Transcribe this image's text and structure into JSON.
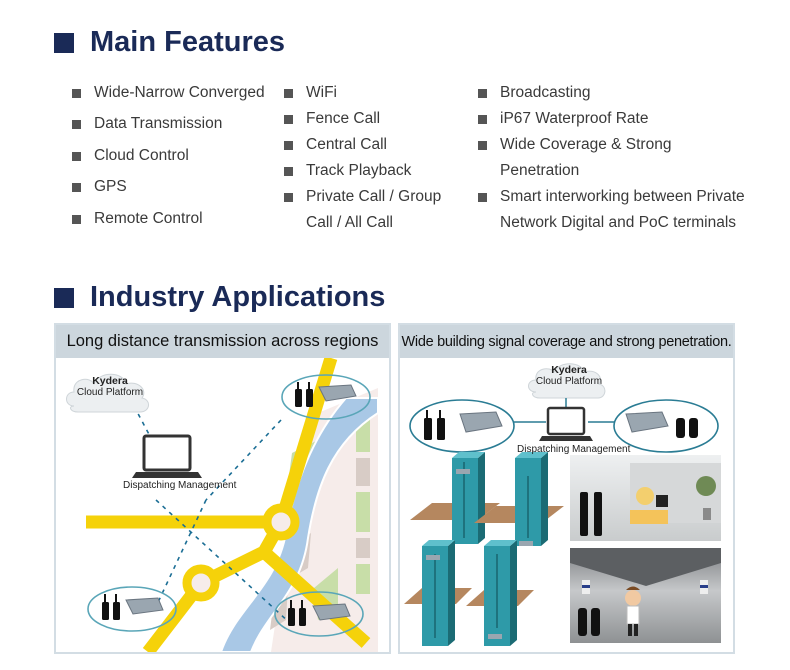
{
  "main_features": {
    "title": "Main Features",
    "columns": [
      [
        "Wide-Narrow Converged",
        "Data Transmission",
        "Cloud Control",
        "GPS",
        "Remote Control"
      ],
      [
        "WiFi",
        "Fence Call",
        "Central Call",
        "Track Playback",
        "Private Call / Group Call / All Call"
      ],
      [
        "Broadcasting",
        "iP67 Waterproof Rate",
        "Wide Coverage & Strong Penetration",
        "Smart interworking between Private Network Digital and PoC terminals"
      ]
    ],
    "col2_lines": [
      "WiFi",
      "Fence Call",
      "Central Call",
      "Track Playback",
      "Private Call / Group",
      "Call / All Call"
    ],
    "col3_lines": [
      "Broadcasting",
      "iP67 Waterproof Rate",
      "Wide Coverage & Strong",
      "Penetration",
      "Smart interworking between Private",
      "Network Digital and PoC terminals"
    ]
  },
  "industry_applications": {
    "title": "Industry Applications",
    "panels": [
      {
        "heading": "Long distance transmission across regions",
        "cloud_brand": "Kydera",
        "cloud_label": "Cloud Platform",
        "dispatch_label": "Dispatching Management"
      },
      {
        "heading": "Wide building signal coverage and strong penetration.",
        "cloud_brand": "Kydera",
        "cloud_label": "Cloud Platform",
        "dispatch_label": "Dispatching Management"
      }
    ]
  },
  "colors": {
    "heading": "#1a2a57",
    "panel_header_bg": "#ccd6dd",
    "road": "#f5d20a",
    "river": "#a9c8e6",
    "building": "#2e8f9a"
  }
}
